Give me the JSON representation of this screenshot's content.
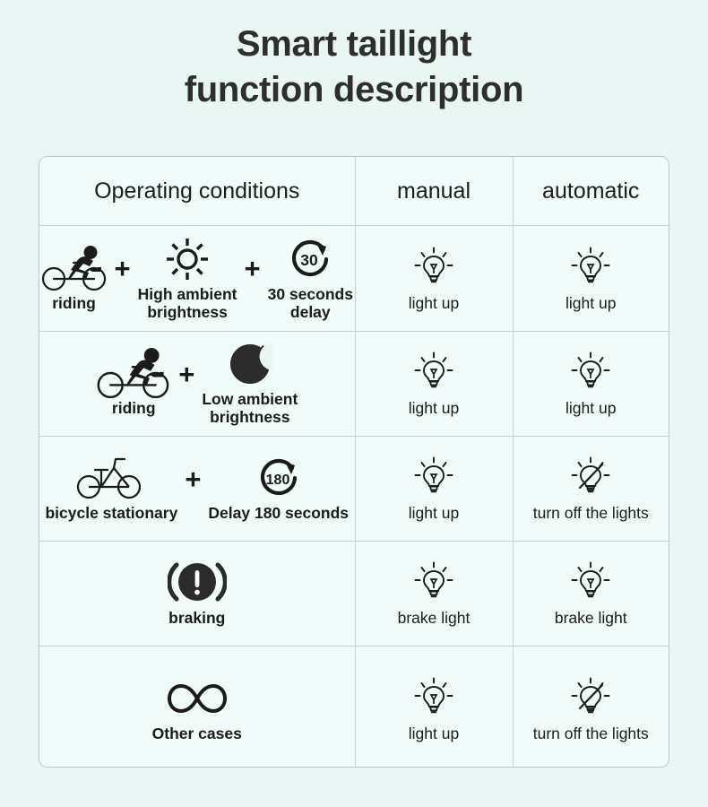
{
  "page": {
    "background_color": "#e9f6f4",
    "ink_color": "#1b1b1b",
    "table_background_color": "#f1fbf9",
    "border_color": "#c3d3d1"
  },
  "title": {
    "line1": "Smart taillight",
    "line2": "function description"
  },
  "table": {
    "headers": {
      "conditions": "Operating conditions",
      "manual": "manual",
      "automatic": "automatic"
    },
    "rows": [
      {
        "conditions": [
          {
            "icon": "cyclist-icon",
            "label": "riding"
          },
          {
            "icon": "plus-icon",
            "label": "+"
          },
          {
            "icon": "sun-icon",
            "label": "High ambient\nbrightness"
          },
          {
            "icon": "plus-icon",
            "label": "+"
          },
          {
            "icon": "timer-30-icon",
            "label": "30 seconds\ndelay"
          }
        ],
        "manual": {
          "icon": "lightbulb-on-icon",
          "label": "light up"
        },
        "automatic": {
          "icon": "lightbulb-on-icon",
          "label": "light up"
        }
      },
      {
        "conditions": [
          {
            "icon": "cyclist-icon",
            "label": "riding"
          },
          {
            "icon": "plus-icon",
            "label": "+"
          },
          {
            "icon": "moon-icon",
            "label": "Low ambient\nbrightness"
          }
        ],
        "manual": {
          "icon": "lightbulb-on-icon",
          "label": "light up"
        },
        "automatic": {
          "icon": "lightbulb-on-icon",
          "label": "light up"
        }
      },
      {
        "conditions": [
          {
            "icon": "bicycle-icon",
            "label": "bicycle stationary"
          },
          {
            "icon": "plus-icon",
            "label": "+"
          },
          {
            "icon": "timer-180-icon",
            "label": "Delay 180 seconds"
          }
        ],
        "manual": {
          "icon": "lightbulb-on-icon",
          "label": "light up"
        },
        "automatic": {
          "icon": "lightbulb-off-icon",
          "label": "turn off the lights"
        }
      },
      {
        "conditions": [
          {
            "icon": "brake-warning-icon",
            "label": "braking"
          }
        ],
        "manual": {
          "icon": "lightbulb-on-icon",
          "label": "brake light"
        },
        "automatic": {
          "icon": "lightbulb-on-icon",
          "label": "brake light"
        }
      },
      {
        "conditions": [
          {
            "icon": "infinity-icon",
            "label": "Other cases"
          }
        ],
        "manual": {
          "icon": "lightbulb-on-icon",
          "label": "light up"
        },
        "automatic": {
          "icon": "lightbulb-off-icon",
          "label": "turn off the lights"
        }
      }
    ],
    "icon_values": {
      "timer_30": "30",
      "timer_180": "180"
    }
  }
}
